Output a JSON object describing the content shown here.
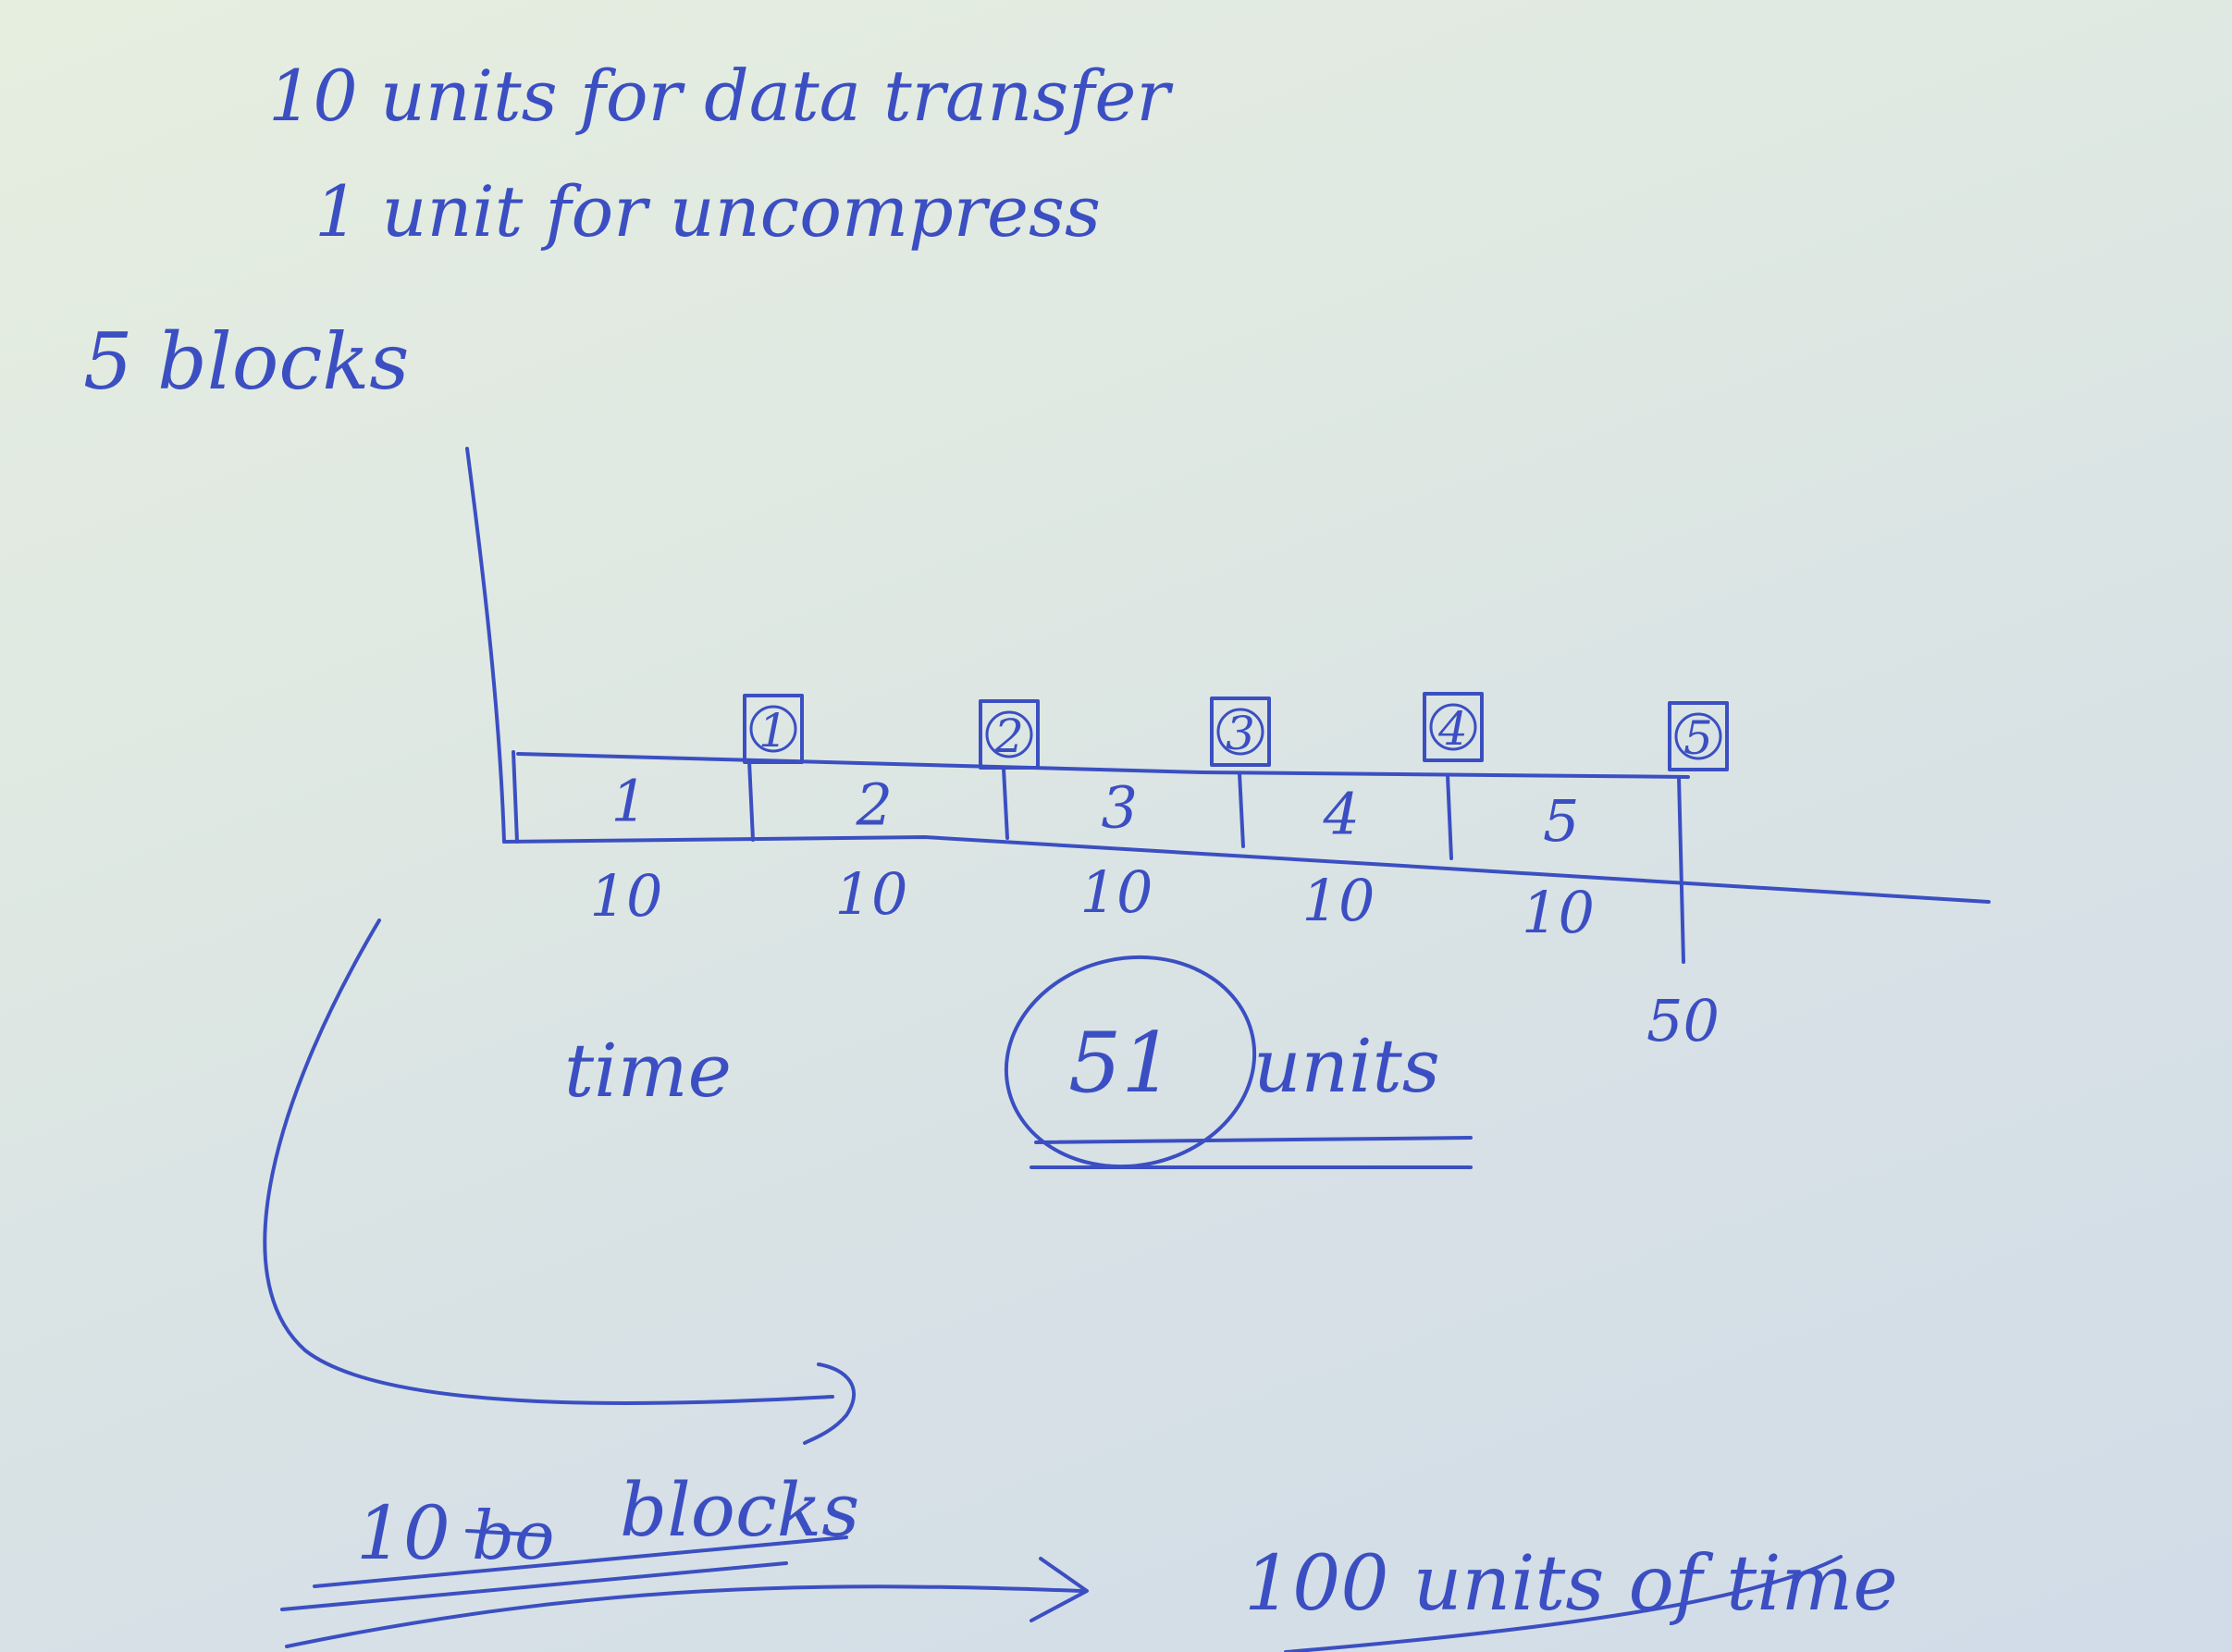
{
  "notes": {
    "line1": "10 units for data transfer",
    "line2": "1 unit for uncompress",
    "blocks_label": "5 blocks"
  },
  "timeline": {
    "segments": [
      {
        "label": "1",
        "duration": "10"
      },
      {
        "label": "2",
        "duration": "10"
      },
      {
        "label": "3",
        "duration": "10"
      },
      {
        "label": "4",
        "duration": "10"
      },
      {
        "label": "5",
        "duration": "10"
      }
    ],
    "uncompress_markers": [
      "1",
      "2",
      "3",
      "4",
      "5"
    ],
    "end_label": "50"
  },
  "result": {
    "time_word": "time",
    "value": "51",
    "unit": "units"
  },
  "extension": {
    "blocks_prefix": "10",
    "struck_text": "bo",
    "blocks_word": "blocks",
    "time_result": "100 units of time"
  },
  "colors": {
    "ink": "#3b4fc2",
    "board": "#dfe8e2"
  }
}
